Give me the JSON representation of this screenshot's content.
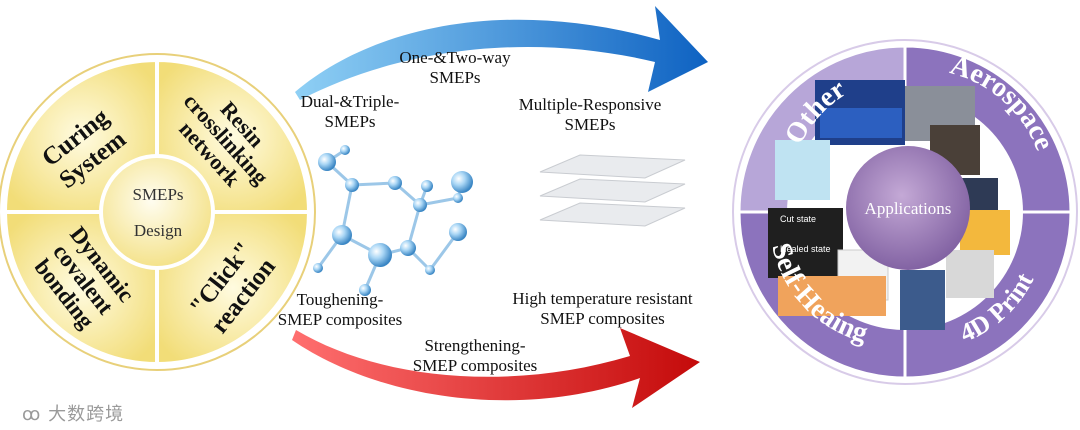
{
  "left_wheel": {
    "center_line1": "SMEPs",
    "center_line2": "Design",
    "quadrants": {
      "top_left": [
        "Curing",
        "System"
      ],
      "top_right": [
        "Resin",
        "crosslinking",
        "network"
      ],
      "bottom_left": [
        "Dynamic",
        "covalent",
        "bonding"
      ],
      "bottom_right": [
        "\"Click\"",
        "reaction"
      ]
    }
  },
  "labels": {
    "one_two_way": [
      "One-&Two-way",
      "SMEPs"
    ],
    "dual_triple": [
      "Dual-&Triple-",
      "SMEPs"
    ],
    "multiple_responsive": [
      "Multiple-Responsive",
      "SMEPs"
    ],
    "toughening": [
      "Toughening-",
      "SMEP composites"
    ],
    "high_temp": [
      "High temperature resistant",
      "SMEP composites"
    ],
    "strengthening": [
      "Strengthening-",
      "SMEP composites"
    ]
  },
  "right_wheel": {
    "center": "Applications",
    "quadrants": {
      "top_left": "Other",
      "top_right": "Aerospace",
      "bottom_left": "Self-Heaing",
      "bottom_right": "4D Print"
    },
    "photo_captions": {
      "cut": "Cut state",
      "healed": "Healed state"
    }
  },
  "watermark": "大数跨境",
  "colors": {
    "yellow_light": "#fbf1b4",
    "yellow_dark": "#f2dc74",
    "purple_ring": "#9a83c4",
    "purple_dark": "#6f5a9e",
    "arrow_blue": "#1c7fd0",
    "arrow_red": "#d91b1b"
  }
}
